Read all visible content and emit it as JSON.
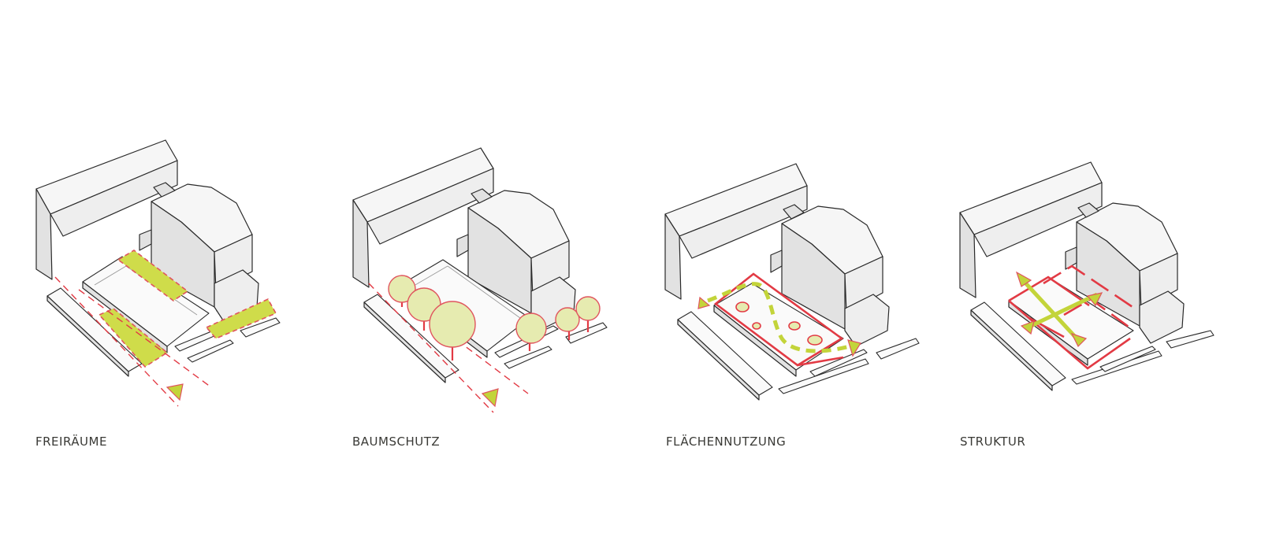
{
  "diagrams": [
    {
      "key": "freiraeume",
      "caption": "FREIRÄUME"
    },
    {
      "key": "baumschutz",
      "caption": "BAUMSCHUTZ"
    },
    {
      "key": "flaechennutzung",
      "caption": "FLÄCHENNUTZUNG"
    },
    {
      "key": "struktur",
      "caption": "STRUKTUR"
    }
  ],
  "colors": {
    "accent_green": "#cfdc4a",
    "accent_red": "#e23a44",
    "tree_fill": "#e6ebb0",
    "building_fill": "#eeeeee",
    "caption_text": "#3a3a36"
  }
}
